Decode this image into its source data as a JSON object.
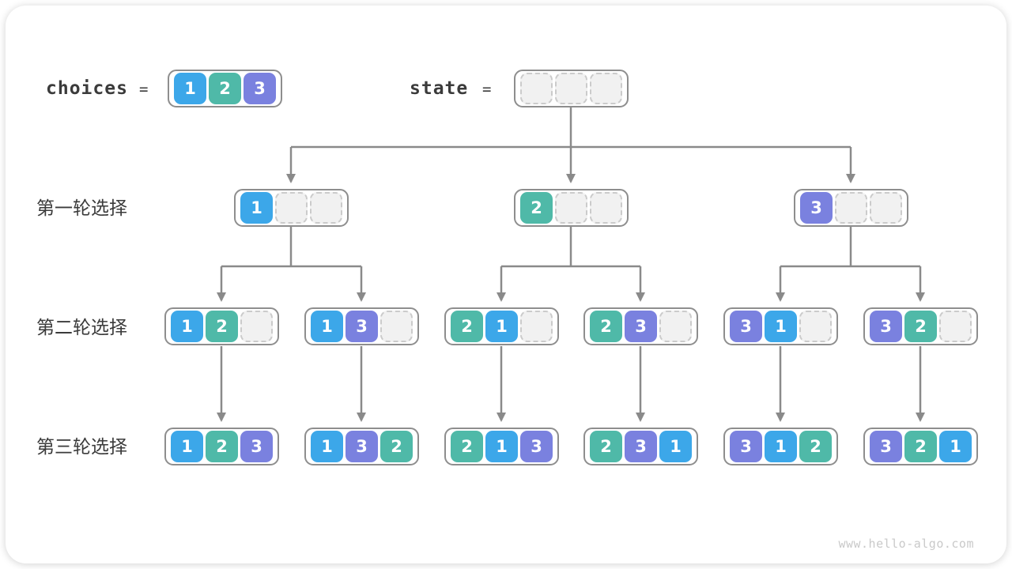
{
  "palette": {
    "1": "#3CA7E9",
    "2": "#4FB9A8",
    "3": "#7A81DF"
  },
  "colors": {
    "line": "#8A8A8A",
    "box_border": "#8E8E8E",
    "empty_cell_bg": "#F1F1F1",
    "empty_cell_border": "#CBCBCB",
    "text": "#3B3B3B",
    "watermark": "#C9C9C9"
  },
  "header": {
    "choices_label": "choices",
    "equals": "=",
    "choices_cells": [
      "1",
      "2",
      "3"
    ],
    "state_label": "state",
    "state_cells": [
      "",
      "",
      ""
    ]
  },
  "rows": [
    {
      "label": "第一轮选择",
      "boxes": [
        [
          "1",
          "",
          ""
        ],
        [
          "2",
          "",
          ""
        ],
        [
          "3",
          "",
          ""
        ]
      ]
    },
    {
      "label": "第二轮选择",
      "boxes": [
        [
          "1",
          "2",
          ""
        ],
        [
          "1",
          "3",
          ""
        ],
        [
          "2",
          "1",
          ""
        ],
        [
          "2",
          "3",
          ""
        ],
        [
          "3",
          "1",
          ""
        ],
        [
          "3",
          "2",
          ""
        ]
      ]
    },
    {
      "label": "第三轮选择",
      "boxes": [
        [
          "1",
          "2",
          "3"
        ],
        [
          "1",
          "3",
          "2"
        ],
        [
          "2",
          "1",
          "3"
        ],
        [
          "2",
          "3",
          "1"
        ],
        [
          "3",
          "1",
          "2"
        ],
        [
          "3",
          "2",
          "1"
        ]
      ]
    }
  ],
  "watermark": "www.hello-algo.com"
}
